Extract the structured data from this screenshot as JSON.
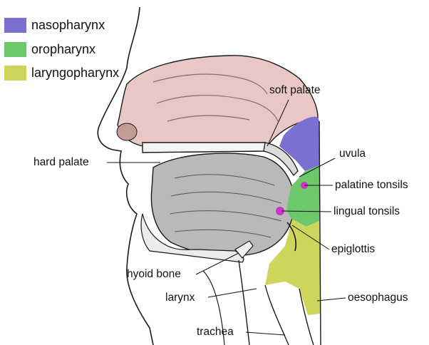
{
  "legend": [
    {
      "key": "nasopharynx",
      "label": "nasopharynx",
      "color": "#7b6fd0"
    },
    {
      "key": "oropharynx",
      "label": "oropharynx",
      "color": "#6cc86a"
    },
    {
      "key": "laryngopharynx",
      "label": "laryngopharynx",
      "color": "#cfd45a"
    }
  ],
  "labels": {
    "soft_palate": "soft palate",
    "hard_palate": "hard palate",
    "uvula": "uvula",
    "palatine_tonsils": "palatine tonsils",
    "lingual_tonsils": "lingual tonsils",
    "epiglottis": "epiglottis",
    "hyoid_bone": "hyoid bone",
    "larynx": "larynx",
    "oesophagus": "oesophagus",
    "trachea": "trachea"
  },
  "colors": {
    "nasal_cavity": "#e9c7c7",
    "tongue": "#b9b9b9",
    "tonsil_spot": "#cc33cc",
    "outline": "#1a1a1a"
  }
}
